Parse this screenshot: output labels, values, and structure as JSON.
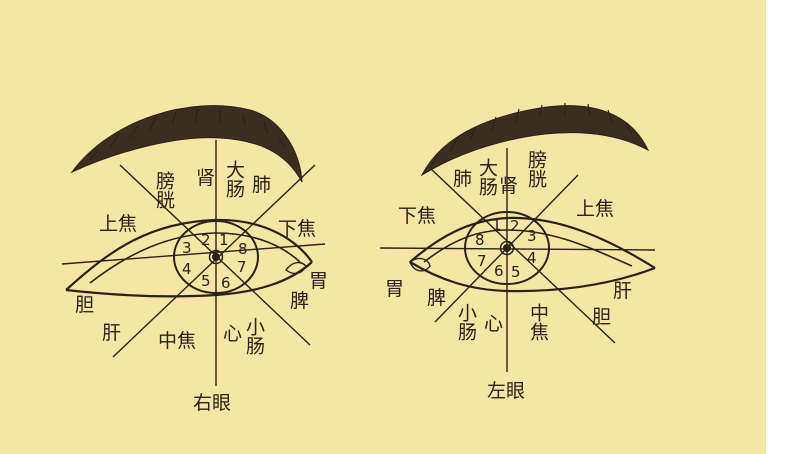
{
  "right_eye": {
    "caption": "右眼",
    "labels": {
      "pangguang": "膀胱",
      "shen": "肾",
      "dachang": "大肠",
      "fei": "肺",
      "shangjiao": "上焦",
      "xiajiao": "下焦",
      "wei": "胃",
      "pi": "脾",
      "dan": "胆",
      "gan": "肝",
      "zhongjiao": "中焦",
      "xin": "心",
      "xiaochang": "小肠"
    },
    "iris_numbers": [
      "1",
      "2",
      "3",
      "4",
      "5",
      "6",
      "7",
      "8"
    ]
  },
  "left_eye": {
    "caption": "左眼",
    "labels": {
      "fei": "肺",
      "dachang": "大肠",
      "shen": "肾",
      "pangguang": "膀胱",
      "xiajiao": "下焦",
      "shangjiao": "上焦",
      "wei": "胃",
      "pi": "脾",
      "gan": "肝",
      "dan": "胆",
      "xiaochang": "小肠",
      "xin": "心",
      "zhongjiao": "中焦"
    },
    "iris_numbers": [
      "1",
      "2",
      "3",
      "4",
      "5",
      "6",
      "7",
      "8"
    ]
  }
}
